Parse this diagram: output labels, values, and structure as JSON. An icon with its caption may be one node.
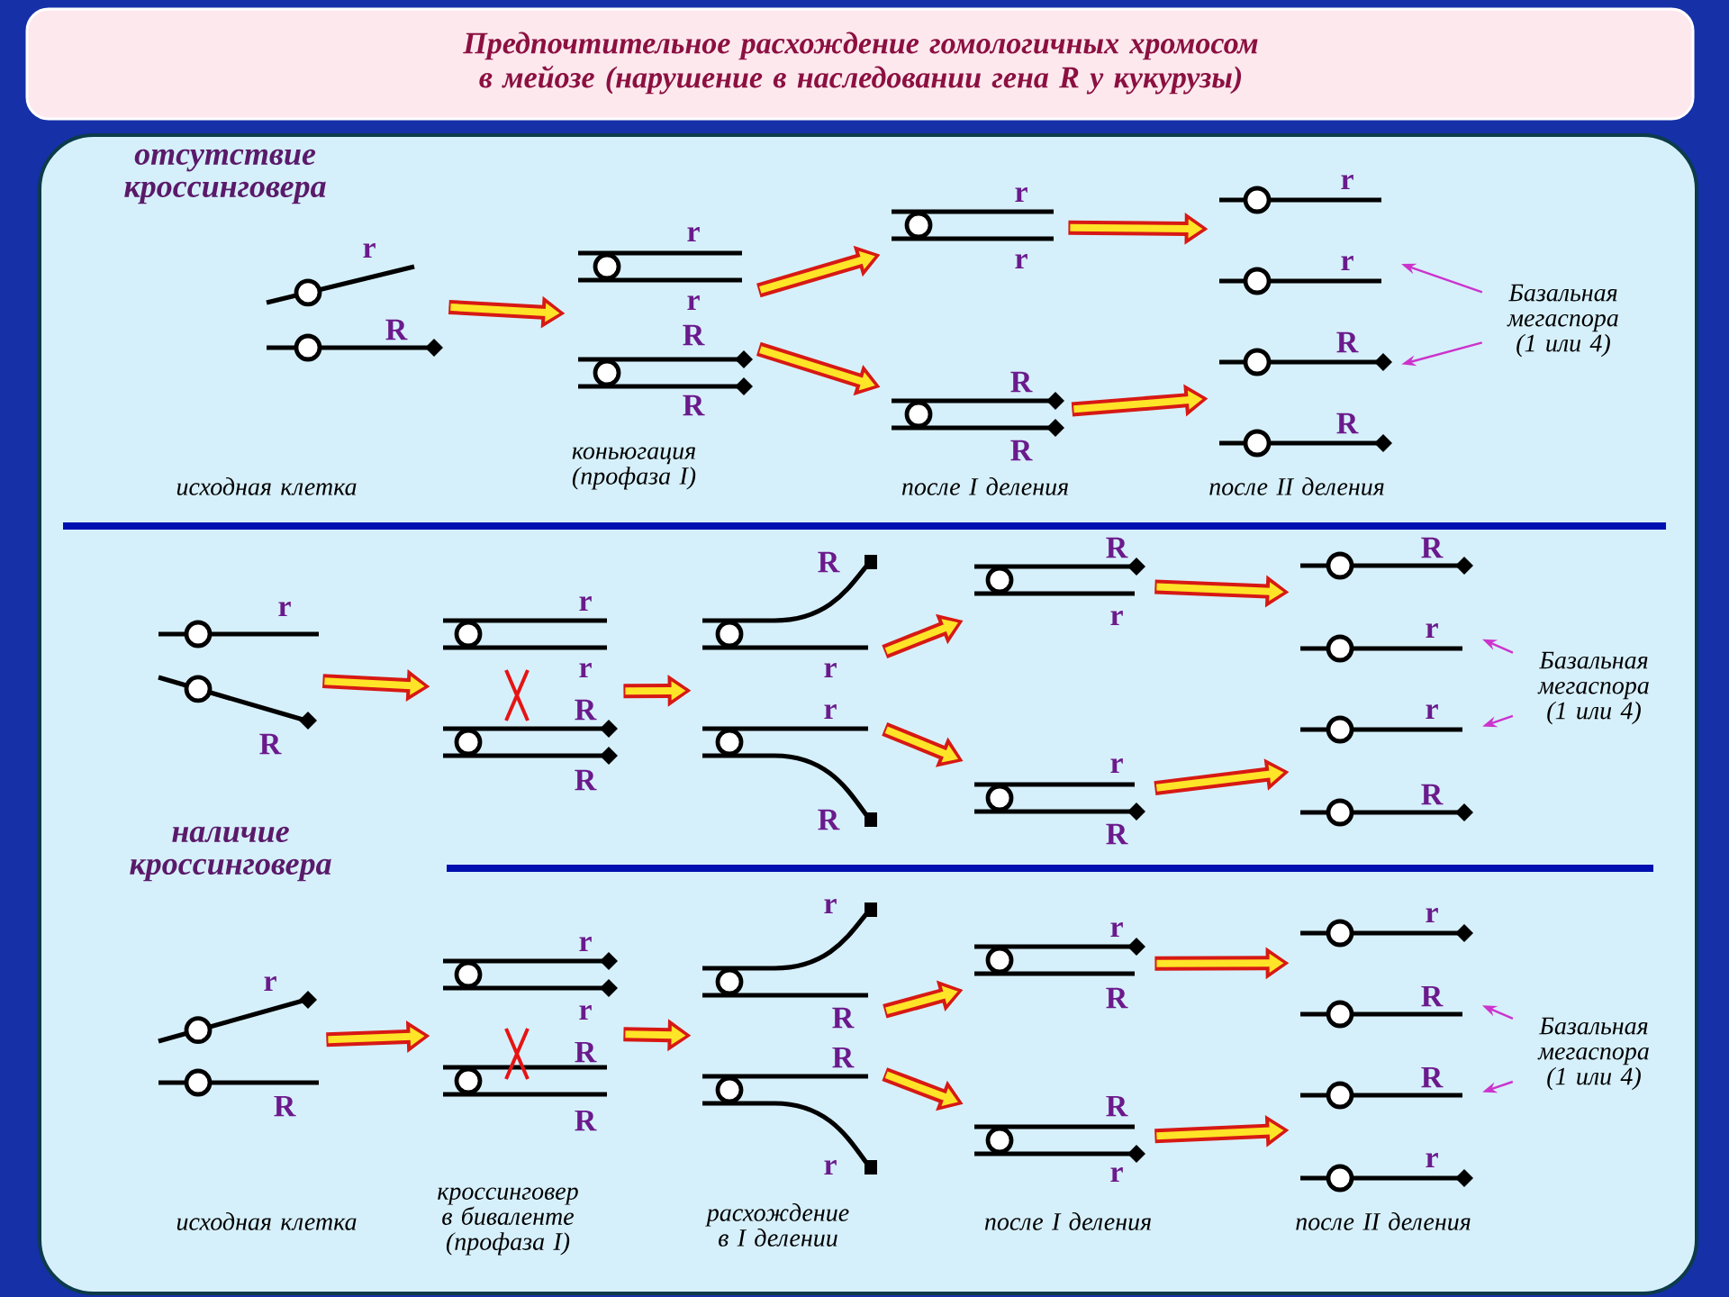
{
  "diagram": {
    "title": "Предпочтительное расхождение гомологичных хромосом в мейозе (нарушение в наследовании гена R у кукурузы)",
    "nodes": [
      {
        "text": [
          "r",
          "R"
        ]
      },
      {
        "text": [
          "r",
          "r",
          "R",
          "R"
        ]
      },
      {
        "text": [
          "r",
          "r"
        ]
      },
      {
        "text": [
          "R",
          "R"
        ]
      },
      {
        "text": [
          "r",
          "r"
        ]
      },
      {
        "text": [
          "R",
          "R"
        ]
      },
      {
        "text": [
          "Базальная мегаспора (1 или 4)"
        ]
      },
      {
        "text": [
          "r",
          "R"
        ]
      },
      {
        "text": [
          "r",
          "r",
          "R",
          "R"
        ]
      },
      {
        "text": [
          "R",
          "r",
          "r",
          "R"
        ]
      },
      {
        "text": [
          "R",
          "r"
        ]
      },
      {
        "text": [
          "r",
          "R"
        ]
      },
      {
        "text": [
          "R",
          "r"
        ]
      },
      {
        "text": [
          "r",
          "R"
        ]
      },
      {
        "text": [
          "Базальная мегаспора (1 или 4)"
        ]
      },
      {
        "text": [
          "r",
          "R"
        ]
      },
      {
        "text": [
          "r",
          "r",
          "R",
          "R"
        ]
      },
      {
        "text": [
          "r",
          "R",
          "R",
          "r"
        ]
      },
      {
        "text": [
          "r",
          "R"
        ]
      },
      {
        "text": [
          "R",
          "r"
        ]
      },
      {
        "text": [
          "r",
          "R"
        ]
      },
      {
        "text": [
          "R",
          "r"
        ]
      },
      {
        "text": [
          "Базальная мегаспора (1 или 4)"
        ]
      }
    ],
    "edges": [
      {
        "from": 0,
        "to": 1,
        "arrow": "to"
      },
      {
        "from": 1,
        "to": 2,
        "arrow": "to"
      },
      {
        "from": 1,
        "to": 3,
        "arrow": "to"
      },
      {
        "from": 2,
        "to": 4,
        "arrow": "to"
      },
      {
        "from": 3,
        "to": 5,
        "arrow": "to"
      },
      {
        "from": 6,
        "to": 4,
        "arrow": "to",
        "color": "#cc33cc"
      },
      {
        "from": 6,
        "to": 5,
        "arrow": "to",
        "color": "#cc33cc"
      },
      {
        "from": 7,
        "to": 8,
        "arrow": "to"
      },
      {
        "from": 8,
        "to": 9,
        "arrow": "to"
      },
      {
        "from": 9,
        "to": 10,
        "arrow": "to"
      },
      {
        "from": 9,
        "to": 11,
        "arrow": "to"
      },
      {
        "from": 10,
        "to": 12,
        "arrow": "to"
      },
      {
        "from": 11,
        "to": 13,
        "arrow": "to"
      },
      {
        "from": 14,
        "to": 12,
        "arrow": "to",
        "color": "#cc33cc"
      },
      {
        "from": 14,
        "to": 13,
        "arrow": "to",
        "color": "#cc33cc"
      },
      {
        "from": 15,
        "to": 16,
        "arrow": "to"
      },
      {
        "from": 16,
        "to": 17,
        "arrow": "to"
      },
      {
        "from": 17,
        "to": 18,
        "arrow": "to"
      },
      {
        "from": 17,
        "to": 19,
        "arrow": "to"
      },
      {
        "from": 18,
        "to": 20,
        "arrow": "to"
      },
      {
        "from": 19,
        "to": 21,
        "arrow": "to"
      },
      {
        "from": 22,
        "to": 20,
        "arrow": "to",
        "color": "#cc33cc"
      },
      {
        "from": 22,
        "to": 21,
        "arrow": "to",
        "color": "#cc33cc"
      }
    ],
    "labels": [
      "отсутствие кроссинговера",
      "исходная клетка",
      "коньюгация (профаза I)",
      "после I деления",
      "после II деления",
      "наличие кроссинговера",
      "исходная клетка",
      "кроссинговер в биваленте (профаза I)",
      "расхождение в I делении",
      "после I деления",
      "после II деления"
    ]
  }
}
